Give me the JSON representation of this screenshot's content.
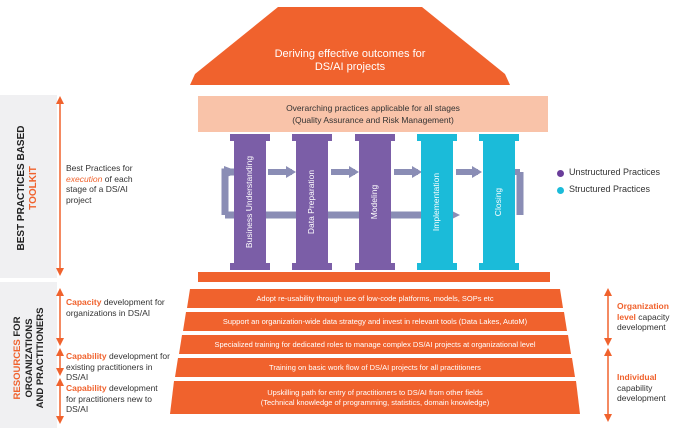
{
  "roof": {
    "line1": "Deriving effective outcomes for",
    "line2": "DS/AI projects"
  },
  "overarching": {
    "line1": "Overarching practices applicable for all stages",
    "line2": "(Quality Assurance and Risk Management)"
  },
  "sidebar": {
    "toolkit_title_black": "BEST PRACTICES BASED",
    "toolkit_title_orange": "TOOLKIT",
    "resources_title_orange": "RESOURCES",
    "resources_title_black_1": "FOR",
    "resources_title_black_2": "ORGANIZATIONS",
    "resources_title_black_3": "AND PRACTITIONERS"
  },
  "left_desc": {
    "toolkit": {
      "pre": "Best Practices for",
      "emph": "execution",
      "post": "of each stage of a DS/AI project"
    },
    "capacity": {
      "title": "Capacity",
      "text": "development for organizations in DS/AI"
    },
    "capability1": {
      "title": "Capability",
      "text": "development for existing practitioners in DS/AI"
    },
    "capability2": {
      "title": "Capability",
      "text": "development for practitioners new to DS/AI"
    }
  },
  "pillars": [
    {
      "label": "Business Understanding",
      "type": "unstructured"
    },
    {
      "label": "Data Preparation",
      "type": "unstructured"
    },
    {
      "label": "Modeling",
      "type": "unstructured"
    },
    {
      "label": "Implementation",
      "type": "structured"
    },
    {
      "label": "Closing",
      "type": "structured"
    }
  ],
  "legend": {
    "unstructured": "Unstructured Practices",
    "structured": "Structured Practices"
  },
  "steps": [
    "Adopt re-usability through use of low-code platforms, models, SOPs etc",
    "Support an organization-wide data strategy and invest in relevant tools (Data Lakes, AutoM)",
    "Specialized training for dedicated roles to manage complex DS/AI projects at organizational level",
    "Training on basic work flow of DS/AI projects for all practitioners",
    "Upskilling path for entry of practitioners to DS/AI from other fields",
    "(Technical knowledge of programming, statistics, domain knowledge)"
  ],
  "right_desc": {
    "org": {
      "title1": "Organization",
      "title2": "level",
      "text": "capacity development"
    },
    "ind": {
      "title": "Individual",
      "text": "capability development"
    }
  },
  "colors": {
    "orange": "#f0622d",
    "peach": "#f9c3a9",
    "purple": "#7b5ea7",
    "cyan": "#1bbbd9",
    "arrow_gray": "#8a8db5"
  }
}
